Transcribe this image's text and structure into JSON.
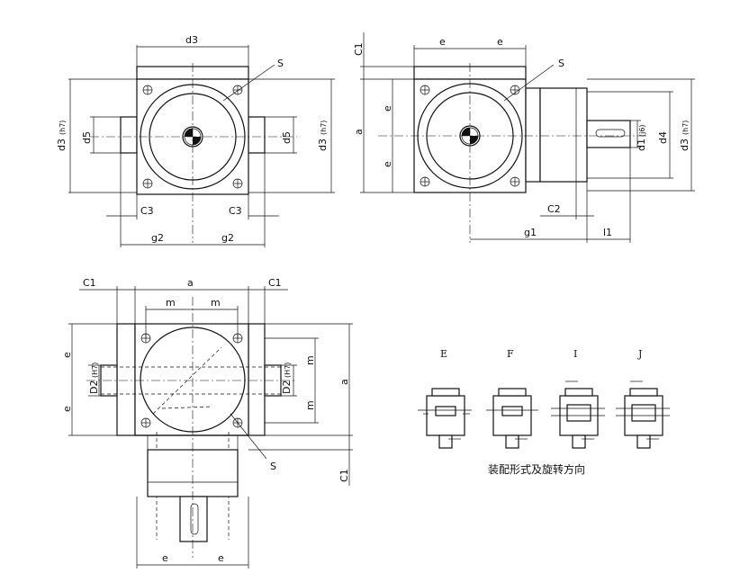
{
  "top_left_view": {
    "d3": "d3",
    "S": "S",
    "d5_left": "d5",
    "d5_right": "d5",
    "d3h7_left": "d3",
    "d3h7_left_sub": "(h7)",
    "d3h7_right": "d3",
    "d3h7_right_sub": "(h7)",
    "c3_left": "C3",
    "c3_right": "C3",
    "g2_left": "g2",
    "g2_right": "g2"
  },
  "top_right_view": {
    "c1": "C1",
    "e_left": "e",
    "e_right": "e",
    "S": "S",
    "a": "a",
    "e_up": "e",
    "e_down": "e",
    "d1": "d1",
    "d1_sub": "(j6)",
    "d4": "d4",
    "d3": "d3",
    "d3_sub": "(h7)",
    "c2": "C2",
    "g1": "g1",
    "l1": "l1"
  },
  "bottom_left_view": {
    "c1_left": "C1",
    "a_top": "a",
    "c1_right": "C1",
    "m_left": "m",
    "m_right": "m",
    "e_up": "e",
    "e_down": "e",
    "D2_left": "D2",
    "D2_left_sub": "(H7)",
    "D2_right": "D2",
    "D2_right_sub": "(H7)",
    "m_up": "m",
    "m_down": "m",
    "a_right": "a",
    "S": "S",
    "c1_vertical": "C1",
    "e_bottom_left": "e",
    "e_bottom_right": "e"
  },
  "mounting": {
    "labels": [
      "E",
      "F",
      "I",
      "J"
    ],
    "caption": "装配形式及旋转方向"
  }
}
